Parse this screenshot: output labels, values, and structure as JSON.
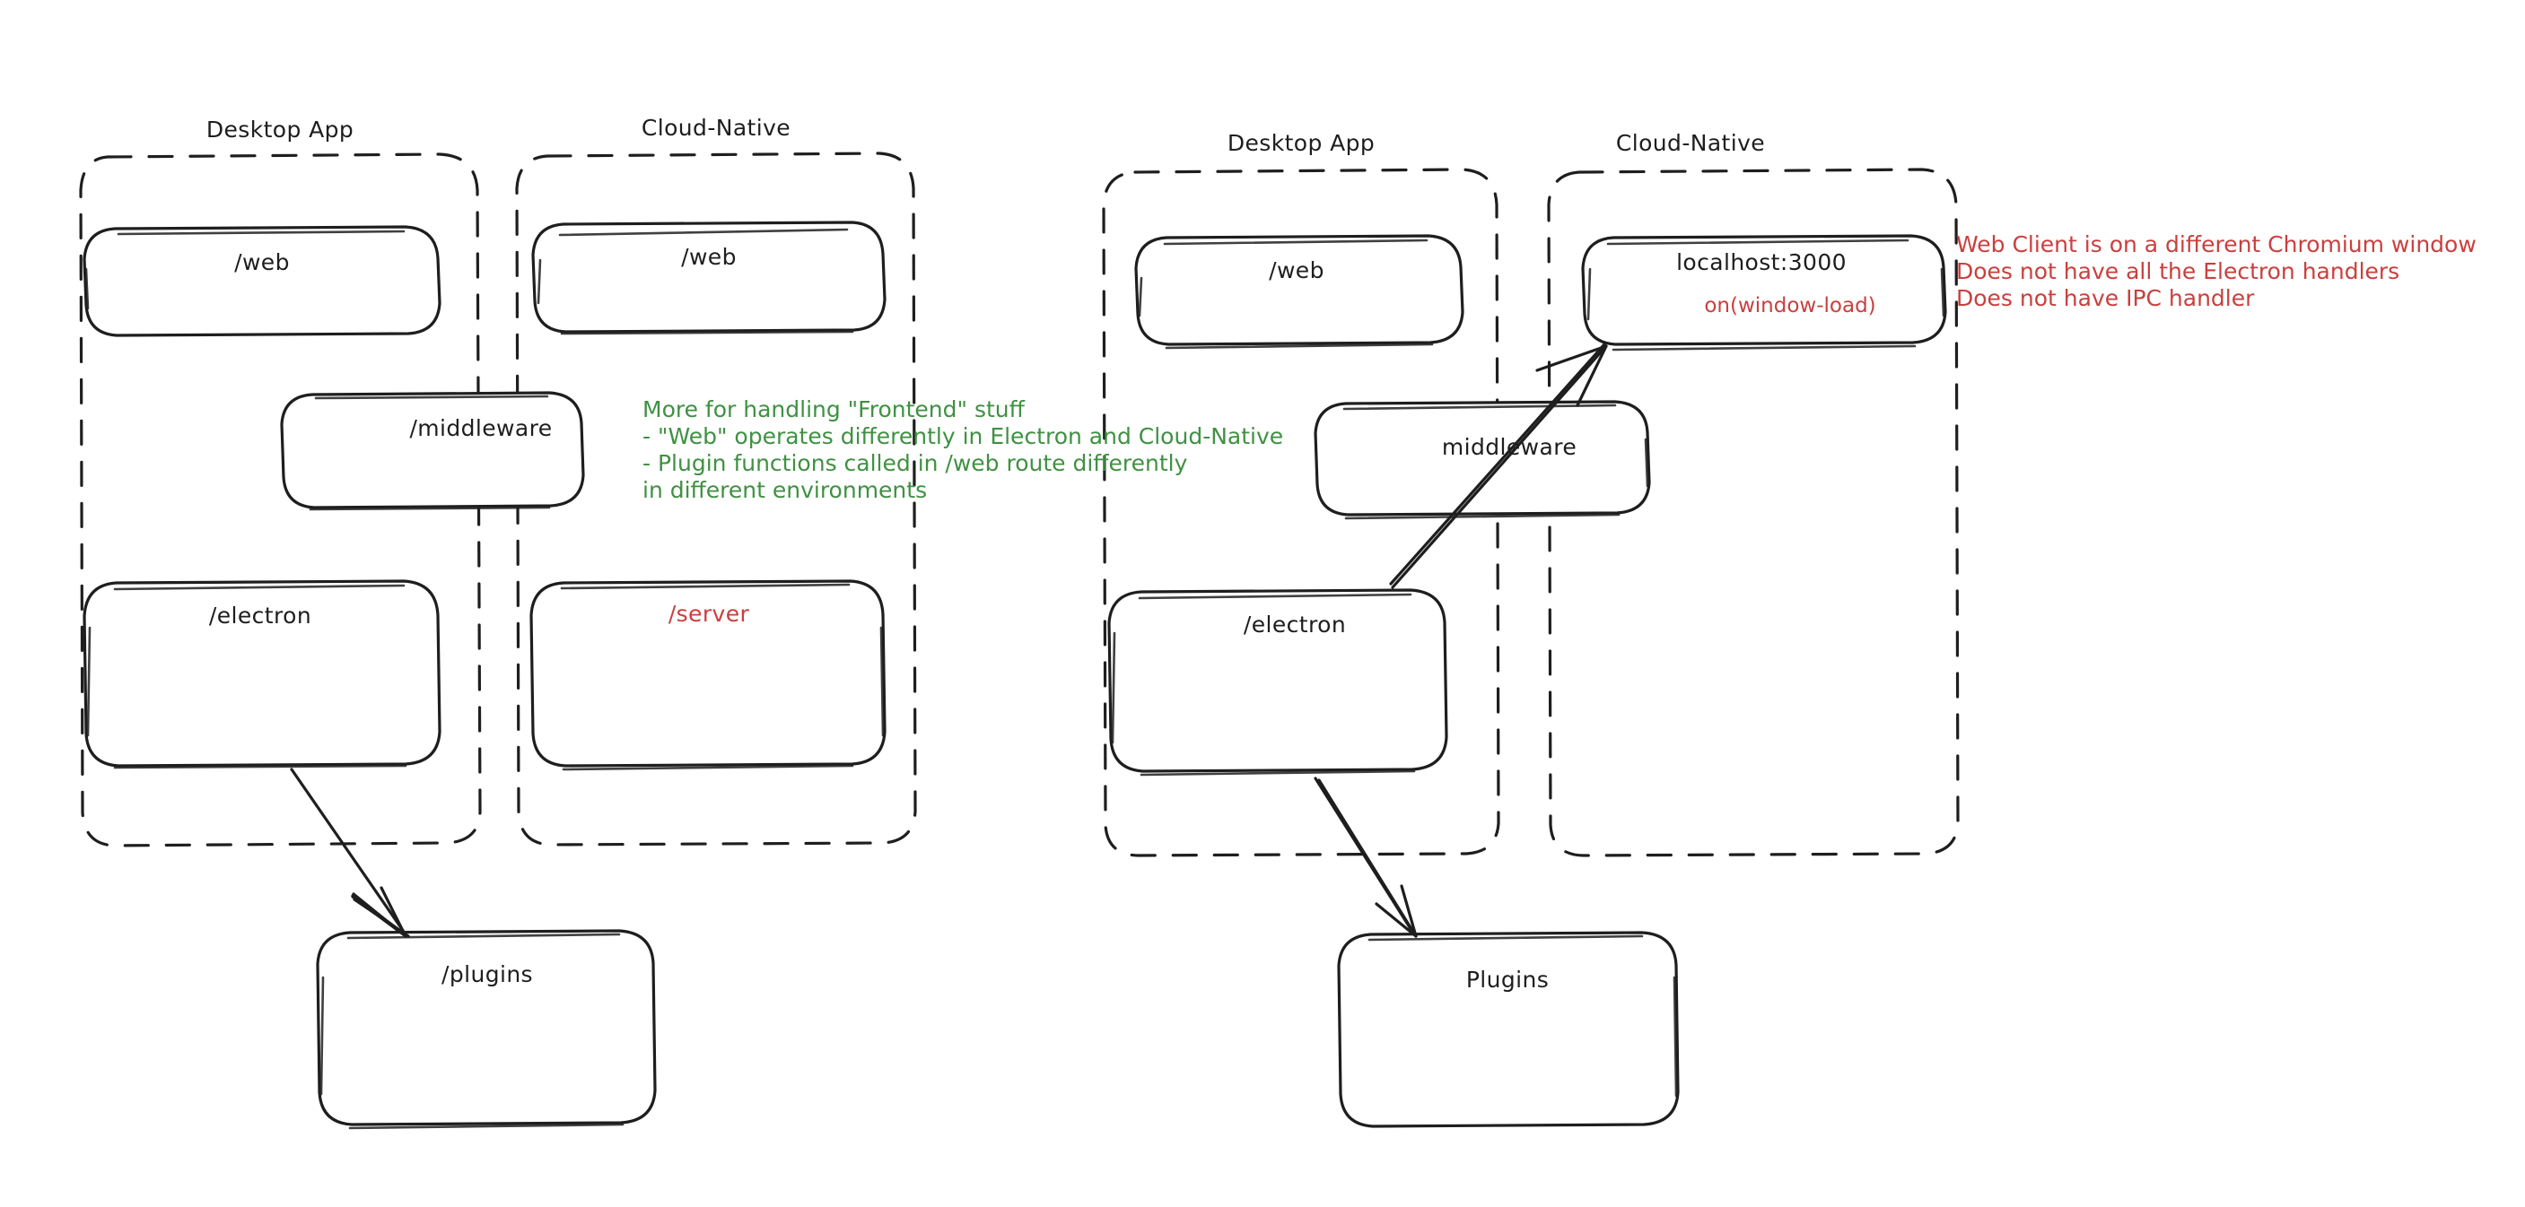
{
  "diagram": {
    "title_left": "Desktop App",
    "title_right": "Cloud-Native",
    "stroke_color": "#1e1e1e",
    "red_color": "#c9403e",
    "green_color": "#3f9142",
    "background": "#ffffff"
  },
  "left_panel": {
    "groups": [
      {
        "label": "Desktop App"
      },
      {
        "label": "Cloud-Native"
      }
    ],
    "boxes": [
      {
        "label": "/web",
        "color": "black"
      },
      {
        "label": "/web",
        "color": "black"
      },
      {
        "label": "/middleware",
        "color": "black"
      },
      {
        "label": "/electron",
        "color": "black"
      },
      {
        "label": "/server",
        "color": "red"
      },
      {
        "label": "/plugins",
        "color": "black"
      }
    ]
  },
  "right_panel": {
    "groups": [
      {
        "label": "Desktop App"
      },
      {
        "label": "Cloud-Native"
      }
    ],
    "boxes": [
      {
        "label": "/web",
        "color": "black"
      },
      {
        "label": "localhost:3000",
        "color": "black",
        "sublabel": "on(window-load)"
      },
      {
        "label": "middleware",
        "color": "black"
      },
      {
        "label": "/electron",
        "color": "black"
      },
      {
        "label": "Plugins",
        "color": "black"
      }
    ]
  },
  "annotations": {
    "green_note": "More for handling \"Frontend\" stuff\n- \"Web\" operates differently in Electron and Cloud-Native\n- Plugin functions called in /web route differently\nin different environments",
    "red_note": "Web Client is on a different Chromium window\nDoes not have all the Electron handlers\nDoes not have IPC handler"
  }
}
